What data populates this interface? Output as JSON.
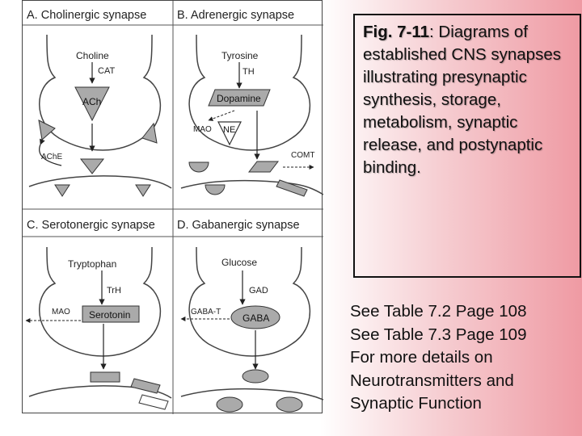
{
  "figure": {
    "panels": {
      "a": {
        "title": "A.  Cholinergic synapse",
        "precursor": "Choline",
        "enzyme": "CAT",
        "transmitter": "ACh",
        "degrader": "AChE"
      },
      "b": {
        "title": "B.  Adrenergic synapse",
        "precursor": "Tyrosine",
        "enzyme": "TH",
        "transmitter": "Dopamine",
        "intermediate": "NE",
        "enzyme_mao": "MAO",
        "enzyme_comt": "COMT"
      },
      "c": {
        "title": "C. Serotonergic synapse",
        "precursor": "Tryptophan",
        "enzyme": "TrH",
        "transmitter": "Serotonin",
        "enzyme_mao": "MAO"
      },
      "d": {
        "title": "D.  Gabanergic synapse",
        "precursor": "Glucose",
        "enzyme": "GAD",
        "transmitter": "GABA",
        "degrader": "GABA-T"
      }
    }
  },
  "caption": {
    "fig_label": "Fig. 7-11",
    "text": ": Diagrams of established CNS synapses illustrating presynaptic synthesis, storage, metabolism, synaptic release, and postynaptic binding."
  },
  "notes": [
    "See Table 7.2 Page 108",
    "See Table 7.3 Page 109",
    "For more details on",
    "Neurotransmitters and",
    "Synaptic Function"
  ]
}
